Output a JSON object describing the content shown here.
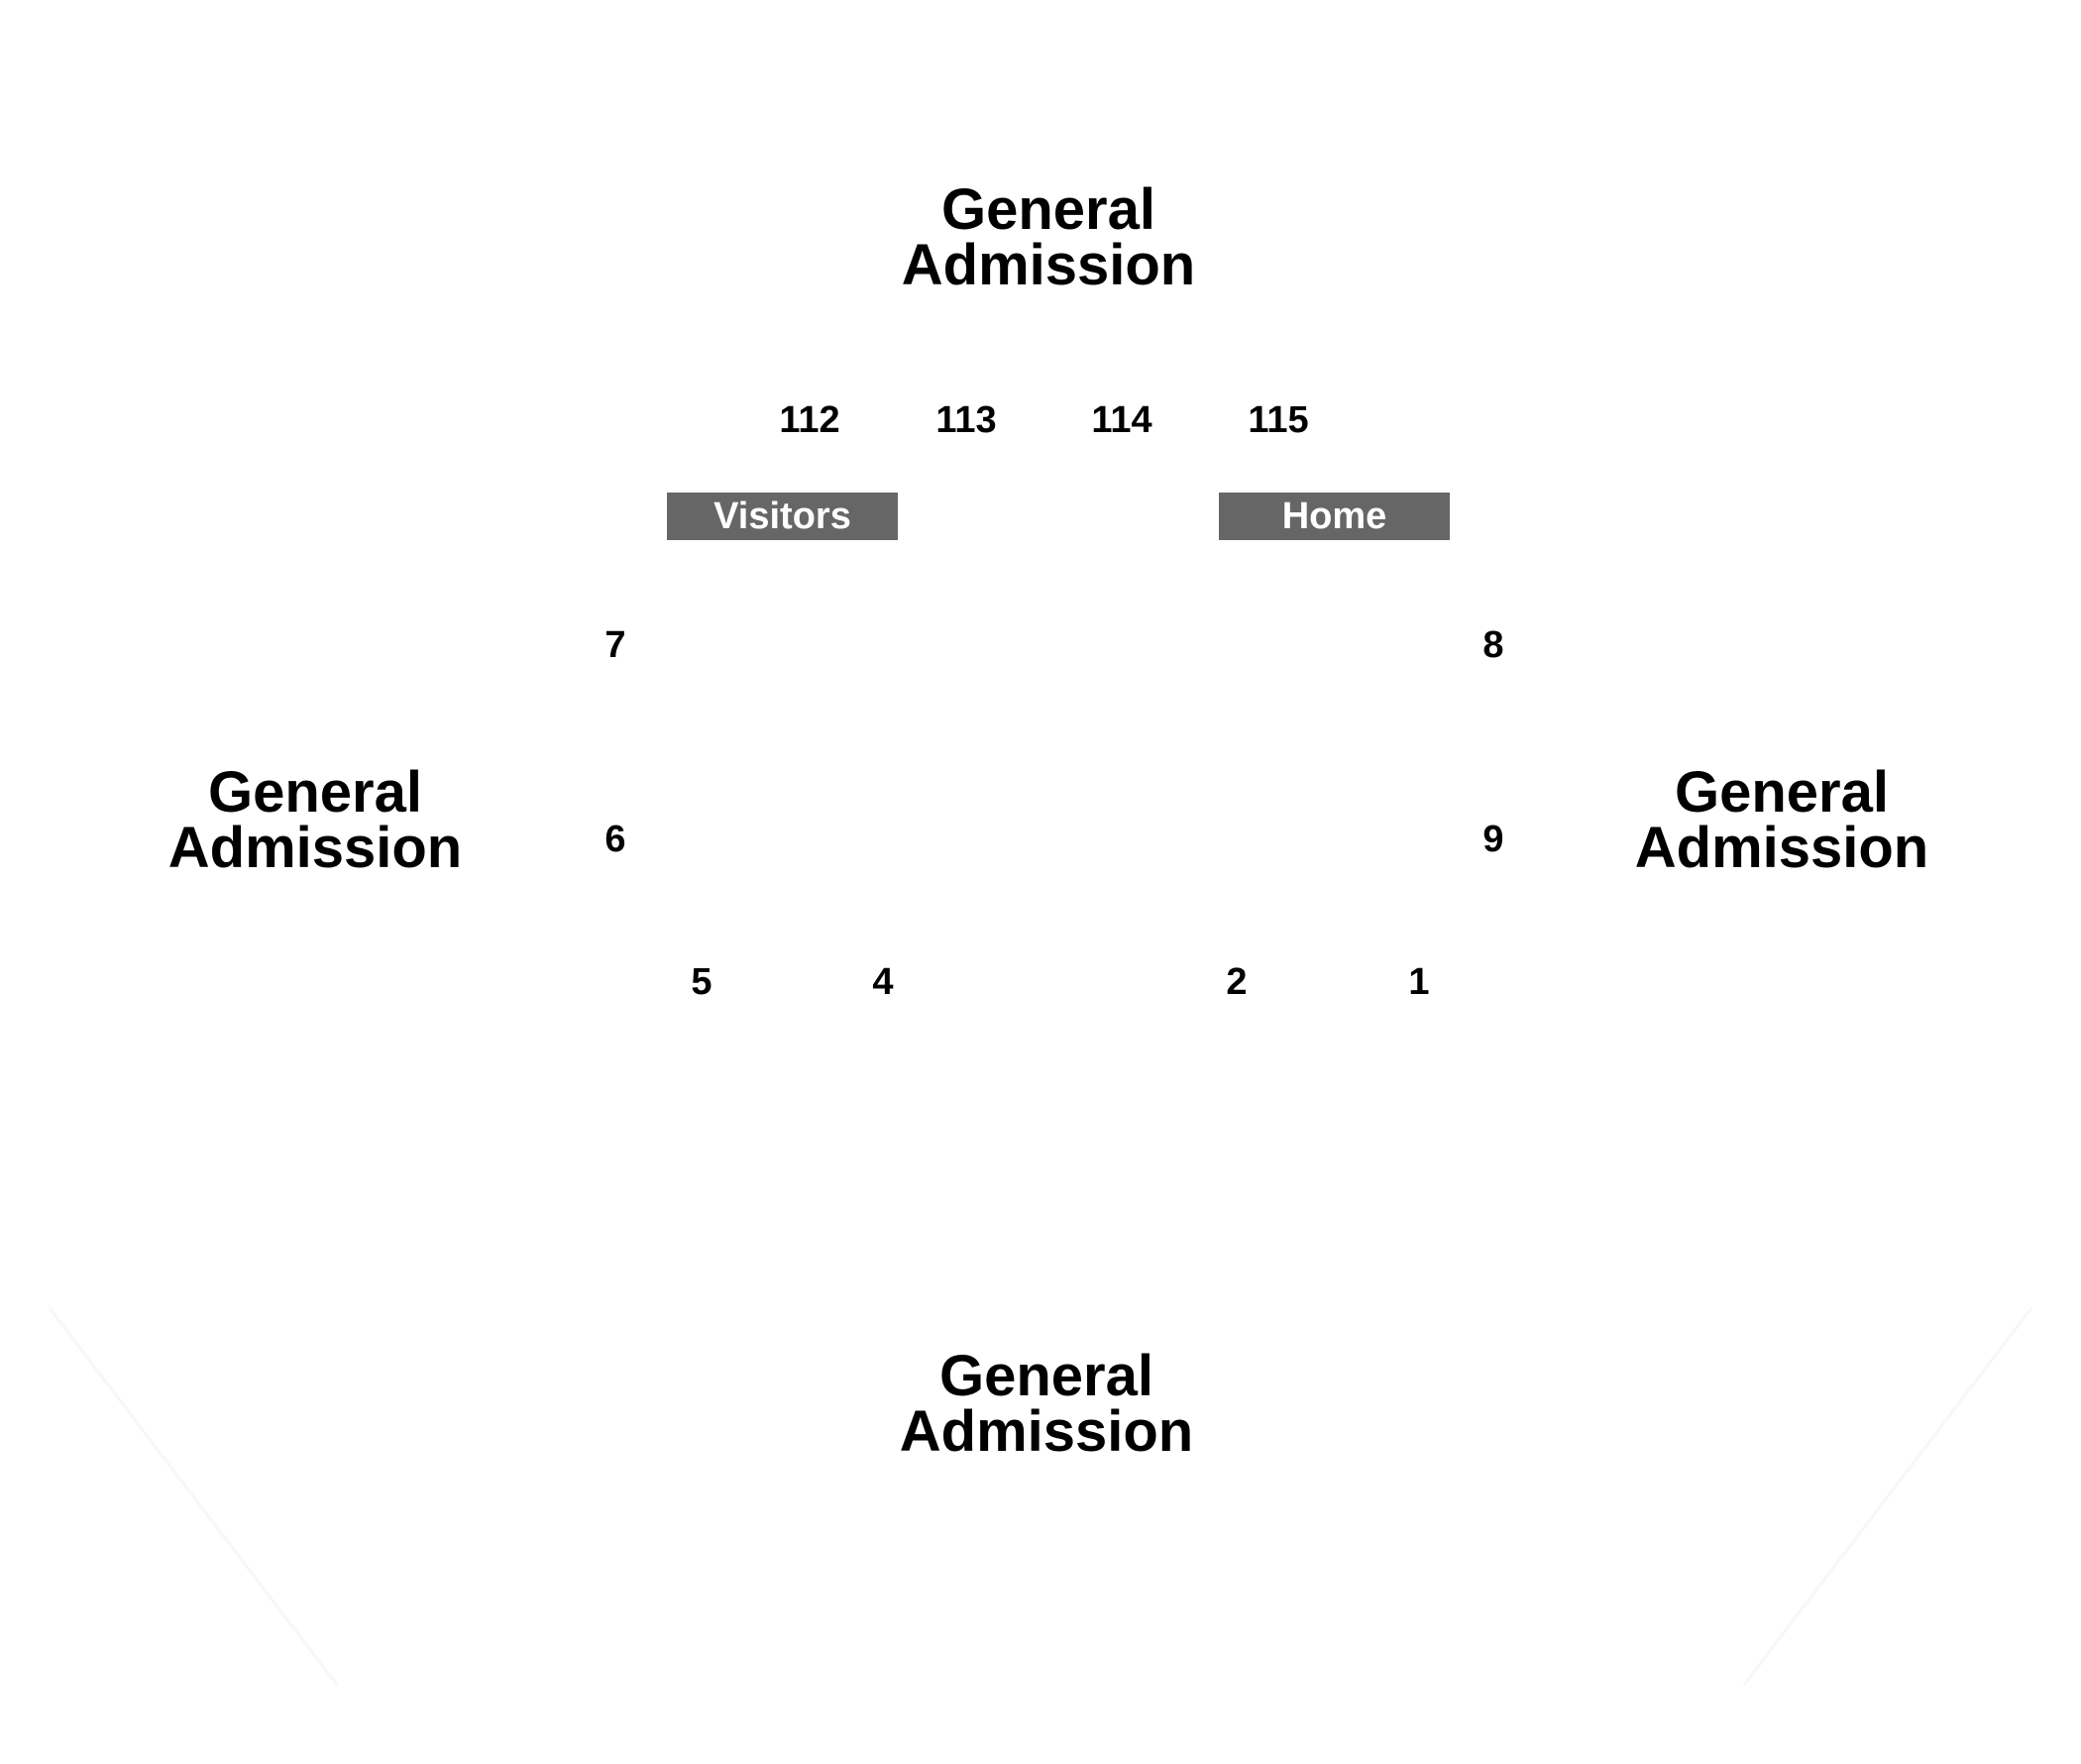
{
  "general_admission": {
    "top": "General\nAdmission",
    "left": "General\nAdmission",
    "right": "General\nAdmission",
    "bottom": "General\nAdmission"
  },
  "sections": {
    "s112": "112",
    "s113": "113",
    "s114": "114",
    "s115": "115",
    "s7": "7",
    "s6": "6",
    "s8": "8",
    "s9": "9",
    "s5": "5",
    "s4": "4",
    "s2": "2",
    "s1": "1"
  },
  "benches": {
    "visitors": "Visitors",
    "home": "Home"
  },
  "colors": {
    "bench_fill": "#666666",
    "bench_text": "#ffffff",
    "label_text": "#000000"
  }
}
